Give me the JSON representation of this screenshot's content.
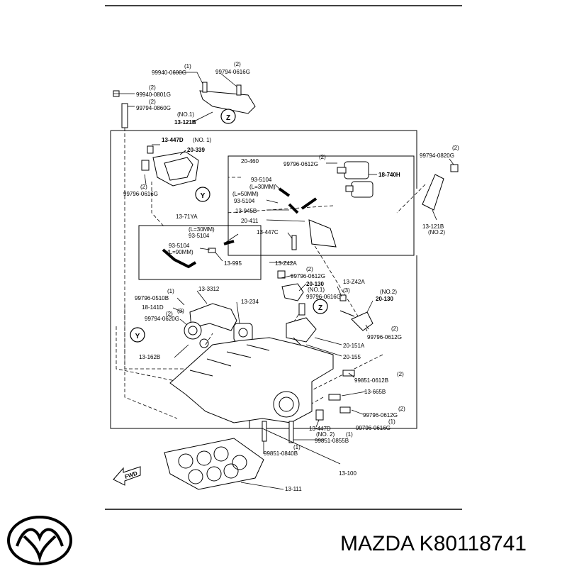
{
  "brand": {
    "logo_icon": "mazda-logo-icon",
    "caption": "MAZDA K80118741"
  },
  "callouts": {
    "c1": "Z",
    "c2": "Y",
    "c3": "Y",
    "c4": "Z"
  },
  "fwd_label": "FWD",
  "labels": {
    "a01_qty": "(1)",
    "a01": "99940-0600G",
    "a02_qty": "(2)",
    "a02": "99794-0616G",
    "a03_qty": "(2)",
    "a03": "99940-0801G",
    "a04_qty": "(2)",
    "a04": "99794-0860G",
    "a05_qty": "(NO.1)",
    "a05": "13-121B",
    "a06": "13-447D",
    "a06_qty": "(NO. 1)",
    "a07": "20-339",
    "a08_qty": "(2)",
    "a08": "99796-0616G",
    "a09": "20-460",
    "a10_qty": "(2)",
    "a10": "99796-0612G",
    "a11": "18-740H",
    "a12_qty": "(2)",
    "a12": "99794-0820G",
    "a13": "93-5104",
    "a13_qty": "(L=30MM)",
    "a14_qty": "(L=50MM)",
    "a14": "93-5104",
    "a15": "13-945B",
    "a16": "20-411",
    "a17": "13-447C",
    "a18": "13-121B",
    "a18_qty": "(NO.2)",
    "a19": "13-71YA",
    "a20_qty": "(L=30MM)",
    "a20": "93-5104",
    "a21": "93-5104",
    "a21_qty": "(L=90MM)",
    "a22": "13-995",
    "a23": "13-Z42A",
    "a24_qty": "(2)",
    "a24": "99796-0612G",
    "a25": "20-130",
    "a25_qty": "(NO.1)",
    "a26": "13-Z42A",
    "a27_qty": "(3)",
    "a27": "99796-0616G",
    "a28_qty": "(NO.2)",
    "a28": "20-130",
    "a29_qty": "(1)",
    "a29": "99796-0510B",
    "a30": "13-3312",
    "a31": "18-141D",
    "a32": "13-234",
    "a33_qty": "(3)",
    "a34_qty": "(2)",
    "a34": "99794-0620G",
    "a35_qty": "(2)",
    "a35": "99796-0612G",
    "a36": "20-151A",
    "a37": "20-155",
    "a38": "13-162B",
    "a39_qty": "(2)",
    "a39": "99851-0612B",
    "a40": "13-665B",
    "a41_qty": "(2)",
    "a41": "99796-0612G",
    "a42_qty": "(1)",
    "a42": "99796-0616G",
    "a43": "13-447D",
    "a43_qty": "(NO. 2)",
    "a44_qty": "(1)",
    "a44": "99851-0855B",
    "a45_qty": "(1)",
    "a45": "99851-0840B",
    "a46": "13-100",
    "a47": "13-111"
  }
}
